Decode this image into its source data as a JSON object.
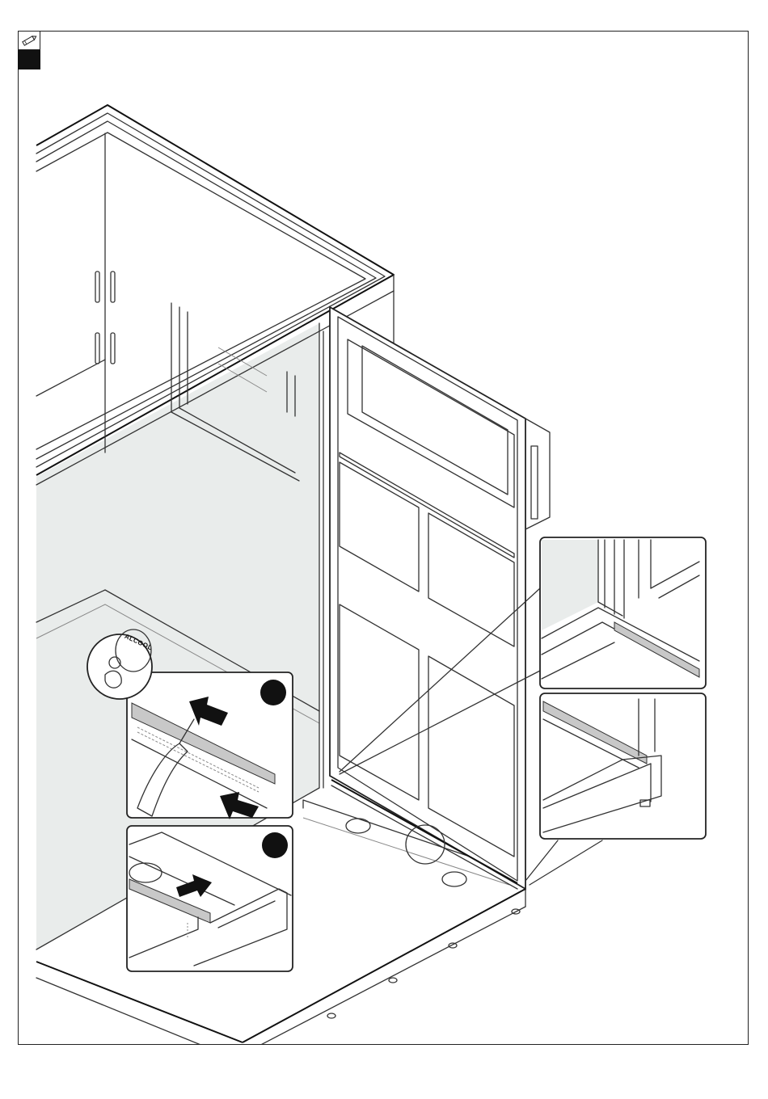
{
  "header": {
    "tool_icon": "pencil-icon",
    "step_marker": "filled-black-square"
  },
  "callouts": {
    "cleaner_label": "ALCOOL",
    "step_marker_1": "filled-black-circle",
    "step_marker_2": "filled-black-circle",
    "magnifier": "circle-zoom-indicator"
  },
  "colors": {
    "line": "#333333",
    "glass": "#e9eceb",
    "seal_strip": "#c8c8c8",
    "marker": "#111111"
  }
}
